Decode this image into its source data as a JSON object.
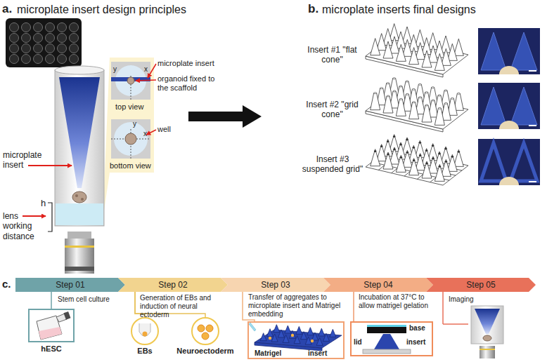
{
  "diagram": {
    "nodes": [
      {
        "text": [
          "Step 01"
        ]
      },
      {
        "text": [
          "Step 02"
        ]
      },
      {
        "text": [
          "Step 03"
        ]
      },
      {
        "text": [
          "Step 04"
        ]
      },
      {
        "text": [
          "Step 05"
        ]
      },
      {
        "text": [
          "hESC"
        ]
      },
      {
        "text": [
          "EBs"
        ]
      },
      {
        "text": [
          "Neuroectoderm"
        ]
      },
      {
        "text": [
          "Matrigel",
          "insert"
        ]
      },
      {
        "text": [
          "base",
          "lid",
          "insert"
        ]
      }
    ],
    "edges": [
      {
        "from": 0,
        "to": 5,
        "arrow": "none"
      },
      {
        "from": 1,
        "to": 6,
        "arrow": "none"
      },
      {
        "from": 1,
        "to": 7,
        "arrow": "none"
      },
      {
        "from": 2,
        "to": 8,
        "arrow": "none"
      },
      {
        "from": 3,
        "to": 9,
        "arrow": "none"
      }
    ],
    "labels": [
      "a.",
      "microplate insert design principles",
      "b.",
      "microplate inserts final designs",
      "microplate insert",
      "lens working distance",
      "h",
      "y",
      "x",
      "microplate insert",
      "organoid fixed to the scaffold",
      "top view",
      "y",
      "x",
      "well",
      "bottom view",
      "Insert #1 \"flat cone\"",
      "Insert #2 \"grid cone\"",
      "Insert #3 suspended grid\"",
      "c.",
      "Stem cell culture",
      "Generation of EBs and induction of neural ectoderm",
      "Transfer of aggregates to microplate insert and Matrigel embedding",
      "Incubation at 37°C to allow matrigel gelation",
      "Imaging"
    ]
  }
}
